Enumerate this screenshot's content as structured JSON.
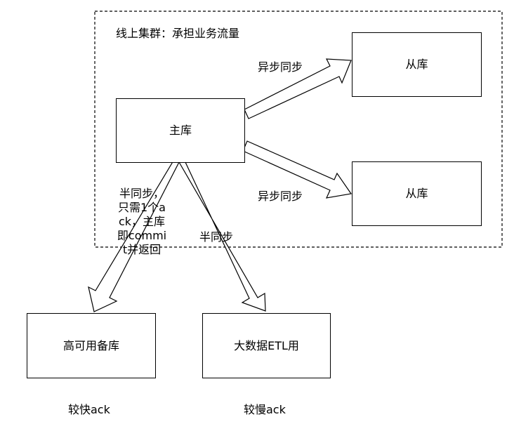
{
  "cluster": {
    "label": "线上集群：承担业务流量"
  },
  "nodes": {
    "master": "主库",
    "slave1": "从库",
    "slave2": "从库",
    "standby": "高可用备库",
    "etl": "大数据ETL用"
  },
  "edges": {
    "async1": "异步同步",
    "async2": "异步同步",
    "semi_standby": "半同步，只需1个ack，主库即commit并返回",
    "semi_etl": "半同步"
  },
  "notes": {
    "fast_ack": "较快ack",
    "slow_ack": "较慢ack"
  },
  "colors": {
    "stroke": "#000000",
    "fill": "#ffffff"
  }
}
